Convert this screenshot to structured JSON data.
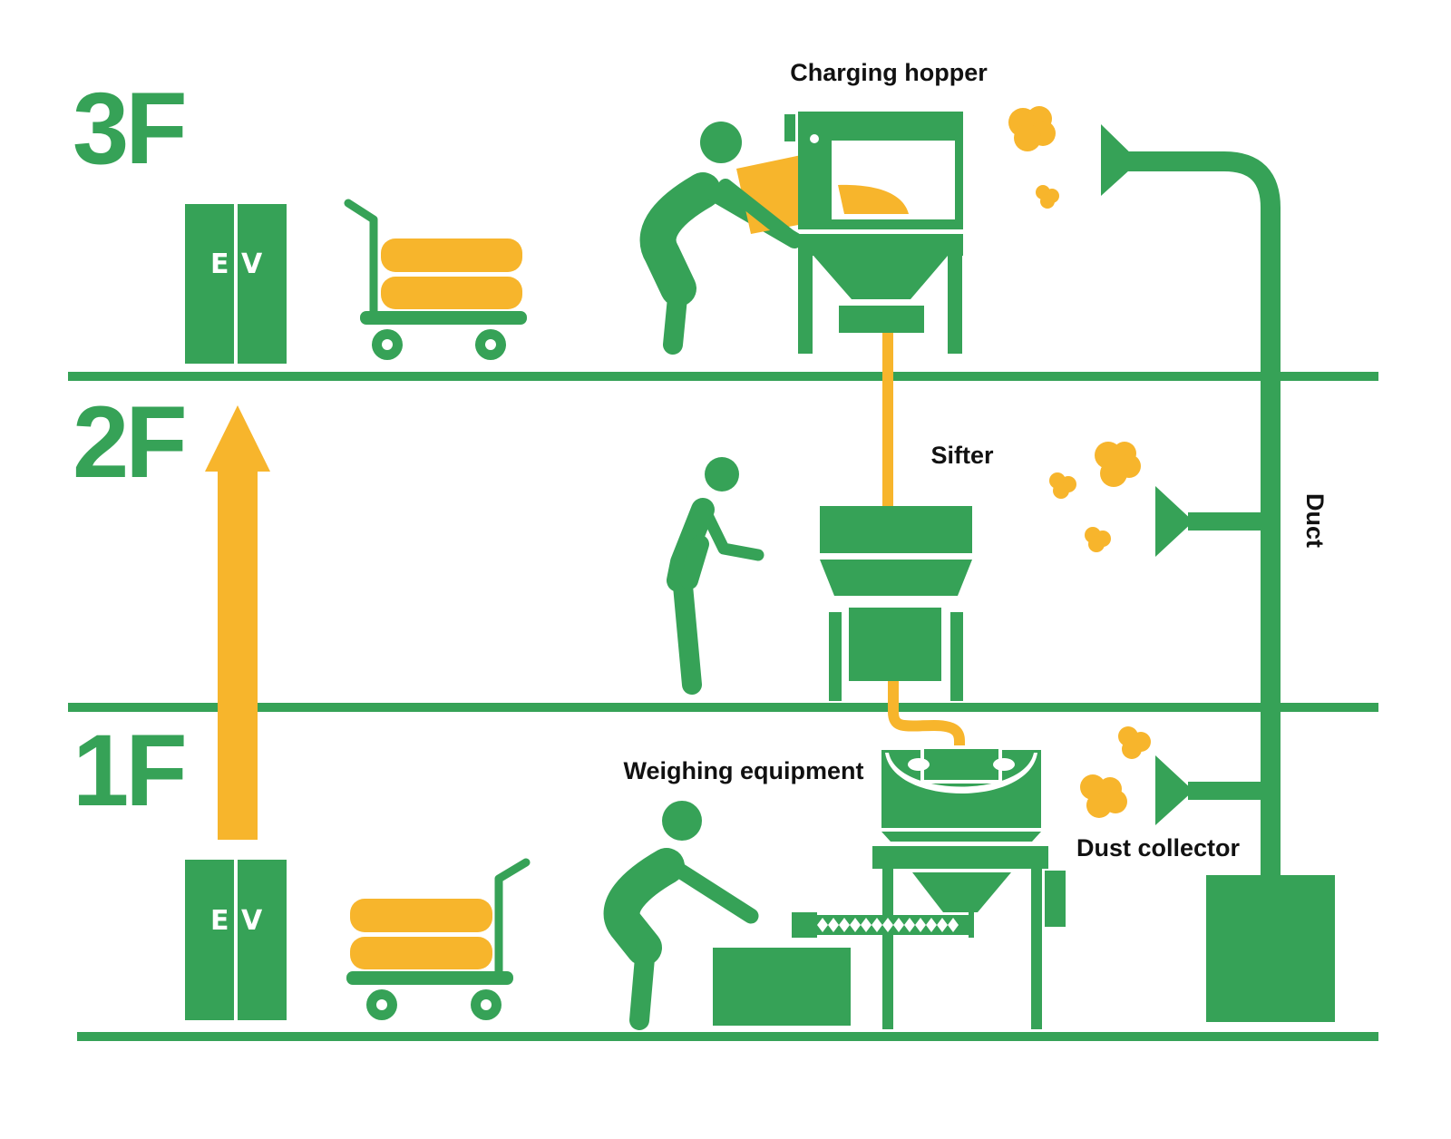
{
  "floors": {
    "third": "3F",
    "second": "2F",
    "first": "1F"
  },
  "elevator": {
    "left_letter": "E",
    "right_letter": "V"
  },
  "labels": {
    "charging_hopper": "Charging hopper",
    "sifter": "Sifter",
    "weighing_equipment": "Weighing equipment",
    "dust_collector": "Dust collector",
    "duct": "Duct"
  },
  "colors": {
    "green": "#36a257",
    "yellow": "#f7b52c"
  }
}
